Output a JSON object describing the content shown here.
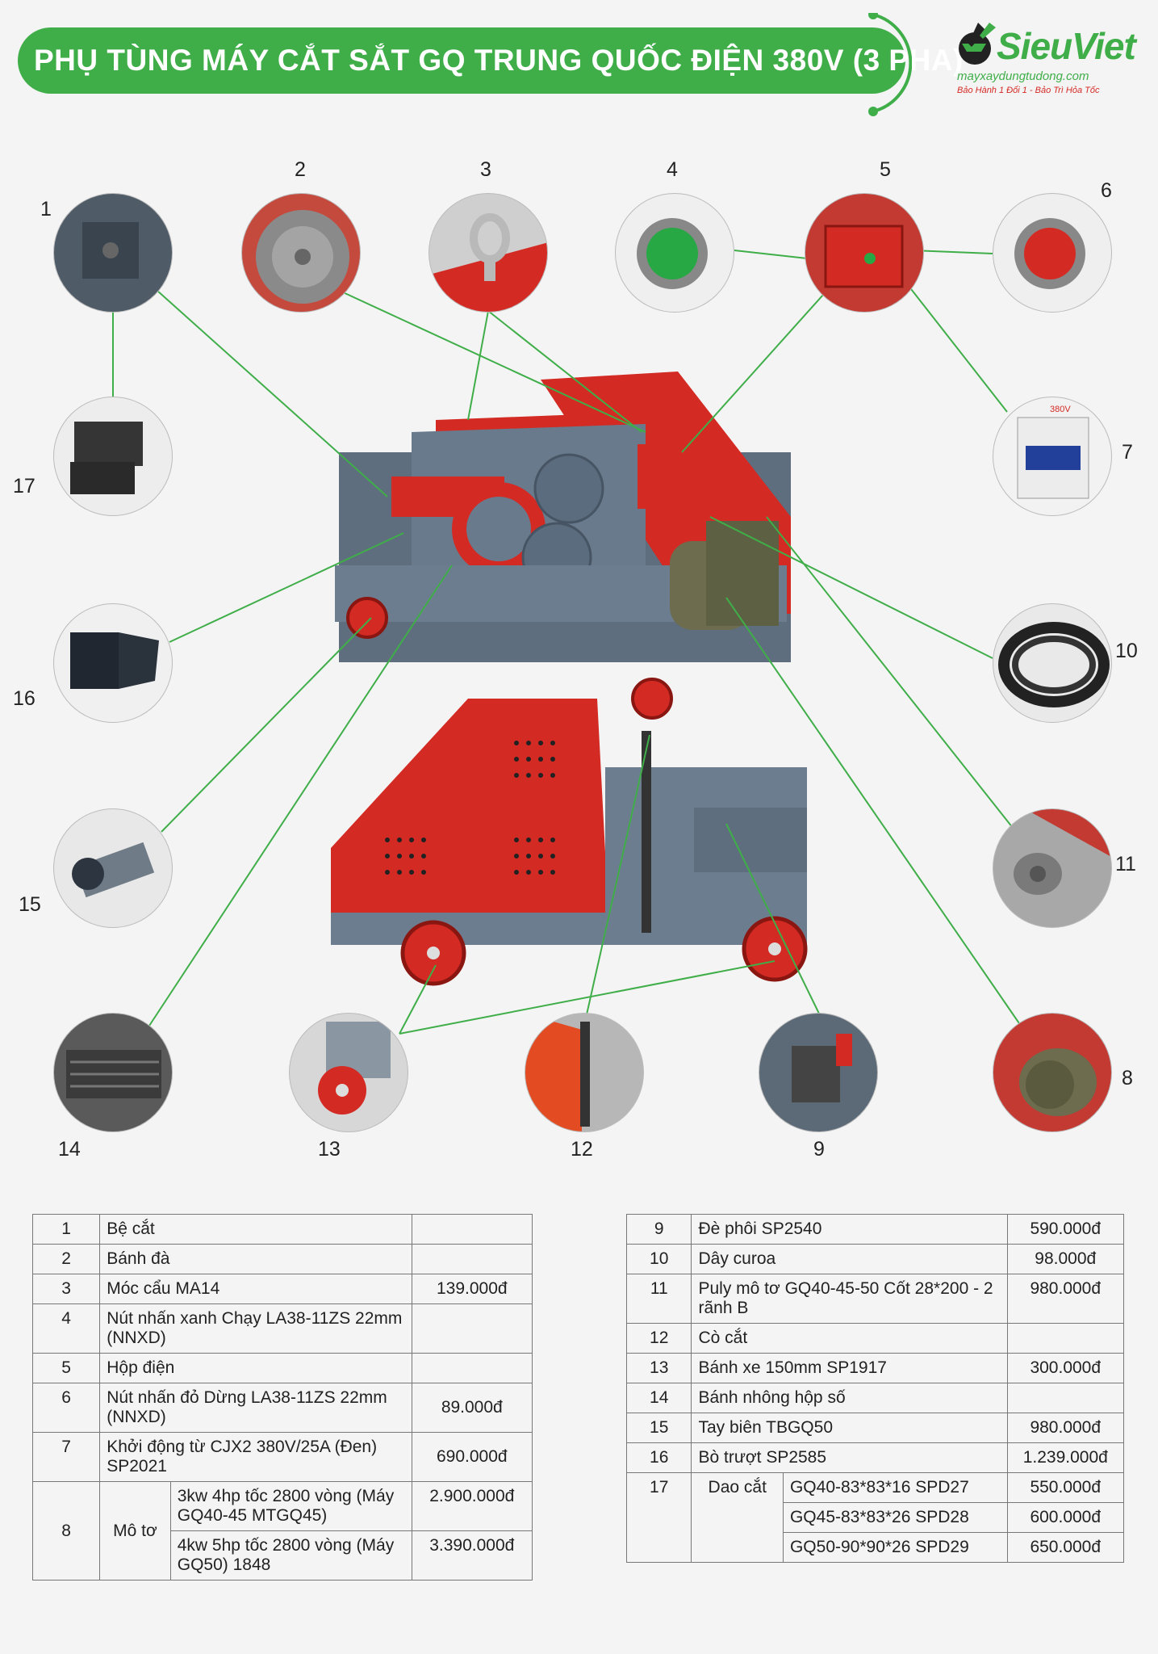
{
  "header": {
    "title": "PHỤ TÙNG MÁY CẮT SẮT GQ TRUNG QUỐC ĐIỆN 380V (3 PHA)"
  },
  "logo": {
    "name": "SieuViet",
    "website": "mayxaydungtudong.com",
    "tagline": "Bảo Hành 1 Đổi 1 - Bảo Trì Hỏa Tốc"
  },
  "callouts": [
    "1",
    "2",
    "3",
    "4",
    "5",
    "6",
    "7",
    "8",
    "9",
    "10",
    "11",
    "12",
    "13",
    "14",
    "15",
    "16",
    "17"
  ],
  "part_image_labels": {
    "contactor_voltage": "380V"
  },
  "colors": {
    "brand_green": "#3fae49",
    "machine_red": "#d42a24",
    "machine_gray": "#5e6e7e"
  },
  "table_left": {
    "rows": [
      {
        "no": "1",
        "name": "Bệ cắt",
        "price": ""
      },
      {
        "no": "2",
        "name": "Bánh đà",
        "price": ""
      },
      {
        "no": "3",
        "name": "Móc cẩu MA14",
        "price": "139.000đ"
      },
      {
        "no": "4",
        "name": "Nút nhấn xanh Chạy LA38-11ZS 22mm (NNXD)",
        "price": ""
      },
      {
        "no": "5",
        "name": "Hộp điện",
        "price": ""
      },
      {
        "no": "6",
        "name": "Nút nhấn đỏ Dừng LA38-11ZS 22mm (NNXD)",
        "price": "89.000đ"
      },
      {
        "no": "7",
        "name": "Khởi động từ CJX2 380V/25A (Đen) SP2021",
        "price": "690.000đ"
      }
    ],
    "motor": {
      "no": "8",
      "name": "Mô tơ",
      "options": [
        {
          "spec": "3kw 4hp tốc 2800 vòng (Máy GQ40-45 MTGQ45)",
          "price": "2.900.000đ"
        },
        {
          "spec": "4kw 5hp tốc 2800 vòng (Máy GQ50) 1848",
          "price": "3.390.000đ"
        }
      ]
    }
  },
  "table_right": {
    "rows": [
      {
        "no": "9",
        "name": "Đè phôi SP2540",
        "price": "590.000đ"
      },
      {
        "no": "10",
        "name": "Dây curoa",
        "price": "98.000đ"
      },
      {
        "no": "11",
        "name": "Puly mô tơ GQ40-45-50 Cốt 28*200 - 2 rãnh B",
        "price": "980.000đ"
      },
      {
        "no": "12",
        "name": "Cò cắt",
        "price": ""
      },
      {
        "no": "13",
        "name": "Bánh xe 150mm SP1917",
        "price": "300.000đ"
      },
      {
        "no": "14",
        "name": "Bánh nhông hộp số",
        "price": ""
      },
      {
        "no": "15",
        "name": "Tay biên TBGQ50",
        "price": "980.000đ"
      },
      {
        "no": "16",
        "name": "Bò trượt SP2585",
        "price": "1.239.000đ"
      }
    ],
    "blade": {
      "no": "17",
      "name": "Dao cắt",
      "options": [
        {
          "spec": "GQ40-83*83*16 SPD27",
          "price": "550.000đ"
        },
        {
          "spec": "GQ45-83*83*26 SPD28",
          "price": "600.000đ"
        },
        {
          "spec": "GQ50-90*90*26 SPD29",
          "price": "650.000đ"
        }
      ]
    }
  }
}
